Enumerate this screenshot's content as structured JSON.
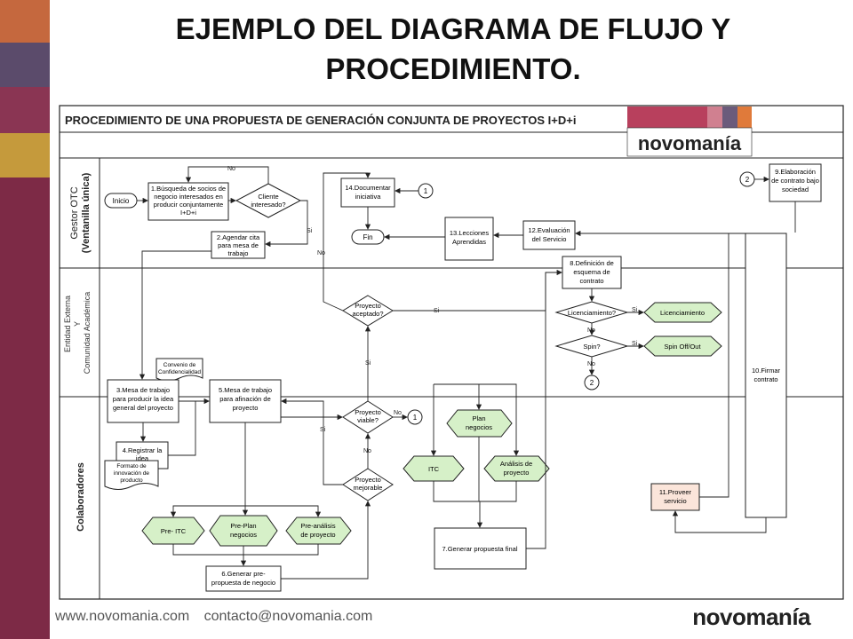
{
  "slide": {
    "title_line1": "EJEMPLO DEL DIAGRAMA DE FLUJO Y",
    "title_line2": "PROCEDIMIENTO.",
    "footer_web": "www.novomania.com",
    "footer_email": "contacto@novomania.com",
    "footer_logo": "novomanía"
  },
  "diagram": {
    "header": "PROCEDIMIENTO DE UNA PROPUESTA  DE GENERACIÓN CONJUNTA DE PROYECTOS I+D+i",
    "logo": "novomanía",
    "lanes": {
      "lane1_a": "Gestor OTC",
      "lane1_b": "(Ventanilla única)",
      "lane2_a": "Entidad Externa",
      "lane2_b": "Y",
      "lane2_c": "Comunidad Académica",
      "lane3": "Colaboradores"
    },
    "nodes": {
      "inicio": "Inicio",
      "n1_l1": "1.Búsqueda de socios de",
      "n1_l2": "negocio interesados en",
      "n1_l3": "producir conjuntamente",
      "n1_l4": "I+D+i",
      "cliente_l1": "Cliente",
      "cliente_l2": "interesado?",
      "n2_l1": "2.Agendar cita",
      "n2_l2": "para mesa de",
      "n2_l3": "trabajo",
      "n14_l1": "14.Documentar",
      "n14_l2": "iniciativa",
      "fin": "Fin",
      "n13_l1": "13.Lecciones",
      "n13_l2": "Aprendidas",
      "n12_l1": "12.Evaluación",
      "n12_l2": "del Servicio",
      "n9_l1": "9.Elaboración",
      "n9_l2": "de contrato bajo",
      "n9_l3": "sociedad",
      "n8_l1": "8.Definición de",
      "n8_l2": "esquema de",
      "n8_l3": "contrato",
      "licenciamiento_q": "Licenciamiento?",
      "licenciamiento": "Licenciamiento",
      "spin_q": "Spin?",
      "spin": "Spin Off/Out",
      "aceptado_l1": "Proyecto",
      "aceptado_l2": "aceptado?",
      "convenio_l1": "Convenio de",
      "convenio_l2": "Confidencialidad",
      "n3_l1": "3.Mesa de trabajo",
      "n3_l2": "para producir la idea",
      "n3_l3": "general del proyecto",
      "n5_l1": "5.Mesa de trabajo",
      "n5_l2": "para afinación de",
      "n5_l3": "proyecto",
      "viable_l1": "Proyecto",
      "viable_l2": "viable?",
      "plan_l1": "Plan",
      "plan_l2": "negocios",
      "itc": "ITC",
      "analisis_l1": "Análisis de",
      "analisis_l2": "proyecto",
      "n4_l1": "4.Registrar la",
      "n4_l2": "idea",
      "formato_l1": "Formato de",
      "formato_l2": "innovación de",
      "formato_l3": "producto",
      "mejorable_l1": "Proyecto",
      "mejorable_l2": "mejorable",
      "pre_itc": "Pre- ITC",
      "preplan_l1": "Pre-Plan",
      "preplan_l2": "negocios",
      "preanalisis_l1": "Pre-análisis",
      "preanalisis_l2": "de proyecto",
      "n6_l1": "6.Generar pre-",
      "n6_l2": "propuesta de negocio",
      "n7": "7.Generar propuesta final",
      "n11_l1": "11.Proveer",
      "n11_l2": "servicio",
      "n10_l1": "10.Firmar",
      "n10_l2": "contrato",
      "conn1": "1",
      "conn2": "2"
    },
    "labels": {
      "no": "No",
      "si": "Si"
    }
  }
}
